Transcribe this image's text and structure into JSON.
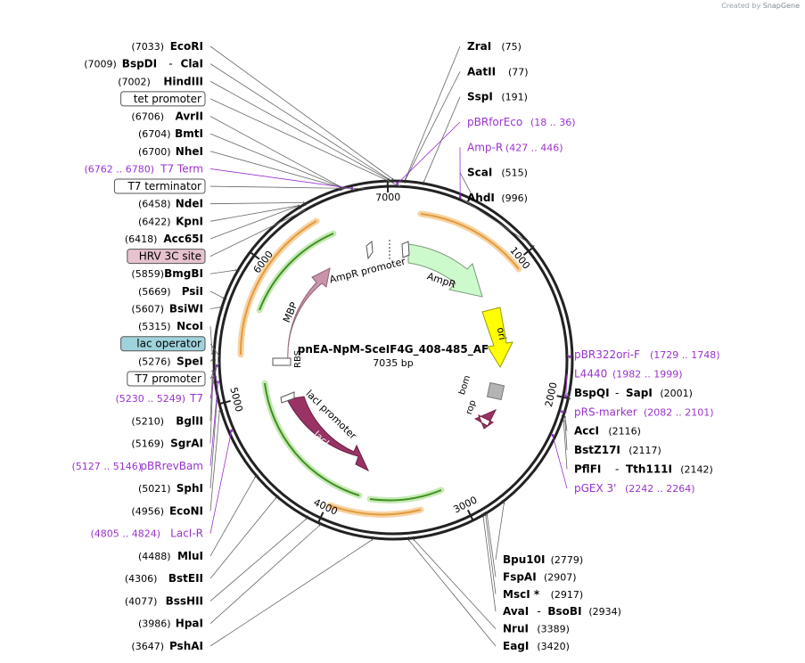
{
  "watermark": {
    "prefix": "Created by",
    "brand": "SnapGene"
  },
  "plasmid": {
    "name": "pnEA-NpM-SceIF4G_408-485_AF",
    "length": "7035 bp"
  },
  "ticks": [
    {
      "pos": 1000,
      "label": "1000"
    },
    {
      "pos": 2000,
      "label": "2000"
    },
    {
      "pos": 3000,
      "label": "3000"
    },
    {
      "pos": 4000,
      "label": "4000"
    },
    {
      "pos": 5000,
      "label": "5000"
    },
    {
      "pos": 6000,
      "label": "6000"
    },
    {
      "pos": 7000,
      "label": "7000"
    }
  ],
  "enzymes": [
    {
      "name": "EcoRI",
      "pos": "(7033)",
      "side": "L",
      "site": 7033
    },
    {
      "name": "BspDI",
      "name2": "ClaI",
      "pos": "(7009)",
      "side": "L",
      "site": 7009
    },
    {
      "name": "HindIII",
      "pos": "(7002)",
      "side": "L",
      "site": 7002
    },
    {
      "name": "AvrII",
      "pos": "(6706)",
      "side": "L",
      "site": 6706
    },
    {
      "name": "BmtI",
      "pos": "(6704)",
      "side": "L",
      "site": 6704
    },
    {
      "name": "NheI",
      "pos": "(6700)",
      "side": "L",
      "site": 6700
    },
    {
      "name": "NdeI",
      "pos": "(6458)",
      "side": "L",
      "site": 6458
    },
    {
      "name": "KpnI",
      "pos": "(6422)",
      "side": "L",
      "site": 6422
    },
    {
      "name": "Acc65I",
      "pos": "(6418)",
      "side": "L",
      "site": 6418
    },
    {
      "name": "BmgBI",
      "pos": "(5859)",
      "side": "L",
      "site": 5859
    },
    {
      "name": "PsiI",
      "pos": "(5669)",
      "side": "L",
      "site": 5669
    },
    {
      "name": "BsiWI",
      "pos": "(5607)",
      "side": "L",
      "site": 5607
    },
    {
      "name": "NcoI",
      "pos": "(5315)",
      "side": "L",
      "site": 5315
    },
    {
      "name": "SpeI",
      "pos": "(5276)",
      "side": "L",
      "site": 5276
    },
    {
      "name": "BglII",
      "pos": "(5210)",
      "side": "L",
      "site": 5210
    },
    {
      "name": "SgrAI",
      "pos": "(5169)",
      "side": "L",
      "site": 5169
    },
    {
      "name": "SphI",
      "pos": "(5021)",
      "side": "L",
      "site": 5021
    },
    {
      "name": "EcoNI",
      "pos": "(4956)",
      "side": "L",
      "site": 4956
    },
    {
      "name": "MluI",
      "pos": "(4488)",
      "side": "L",
      "site": 4488
    },
    {
      "name": "BstEII",
      "pos": "(4306)",
      "side": "L",
      "site": 4306
    },
    {
      "name": "BssHII",
      "pos": "(4077)",
      "side": "L",
      "site": 4077
    },
    {
      "name": "HpaI",
      "pos": "(3986)",
      "side": "L",
      "site": 3986
    },
    {
      "name": "PshAI",
      "pos": "(3647)",
      "side": "L",
      "site": 3647
    },
    {
      "name": "EagI",
      "pos": "(3420)",
      "side": "R",
      "site": 3420
    },
    {
      "name": "NruI",
      "pos": "(3389)",
      "side": "R",
      "site": 3389
    },
    {
      "name": "AvaI",
      "name2": "BsoBI",
      "pos": "(2934)",
      "side": "R",
      "site": 2934
    },
    {
      "name": "MscI *",
      "pos": "(2917)",
      "side": "R",
      "site": 2917
    },
    {
      "name": "FspAI",
      "pos": "(2907)",
      "side": "R",
      "site": 2907
    },
    {
      "name": "Bpu10I",
      "pos": "(2779)",
      "side": "R",
      "site": 2779
    },
    {
      "name": "PflFI",
      "name2": "Tth111I",
      "pos": "(2142)",
      "side": "R",
      "site": 2142
    },
    {
      "name": "BstZ17I",
      "pos": "(2117)",
      "side": "R",
      "site": 2117
    },
    {
      "name": "AccI",
      "pos": "(2116)",
      "side": "R",
      "site": 2116
    },
    {
      "name": "BspQI",
      "name2": "SapI",
      "pos": "(2001)",
      "side": "R",
      "site": 2001
    },
    {
      "name": "AhdI",
      "pos": "(996)",
      "side": "R",
      "site": 996
    },
    {
      "name": "ScaI",
      "pos": "(515)",
      "side": "R",
      "site": 515
    },
    {
      "name": "SspI",
      "pos": "(191)",
      "side": "R",
      "site": 191
    },
    {
      "name": "AatII",
      "pos": "(77)",
      "side": "R",
      "site": 77
    },
    {
      "name": "ZraI",
      "pos": "(75)",
      "side": "R",
      "site": 75
    }
  ],
  "primers": [
    {
      "name": "pBRforEco",
      "range": "(18 .. 36)",
      "side": "R",
      "site": 27
    },
    {
      "name": "Amp-R",
      "range": "(427 .. 446)",
      "side": "R",
      "site": 436
    },
    {
      "name": "pBR322ori-F",
      "range": "(1729 .. 1748)",
      "side": "R",
      "site": 1738
    },
    {
      "name": "L4440",
      "range": "(1982 .. 1999)",
      "side": "R",
      "site": 1990
    },
    {
      "name": "pRS-marker",
      "range": "(2082 .. 2101)",
      "side": "R",
      "site": 2091
    },
    {
      "name": "pGEX 3'",
      "range": "(2242 .. 2264)",
      "side": "R",
      "site": 2253
    },
    {
      "name": "LacI-R",
      "range": "(4805 .. 4824)",
      "side": "L",
      "site": 4814
    },
    {
      "name": "pBRrevBam",
      "range": "(5127 .. 5146)",
      "side": "L",
      "site": 5136
    },
    {
      "name": "T7",
      "range": "(5230 .. 5249)",
      "side": "L",
      "site": 5240
    },
    {
      "name": "T7 Term",
      "range": "(6762 .. 6780)",
      "side": "L",
      "site": 6771
    }
  ],
  "boxed_features": [
    {
      "name": "tet promoter",
      "fill": "#ffffff",
      "site": 7080
    },
    {
      "name": "T7 terminator",
      "fill": "#ffffff",
      "site": 6850
    },
    {
      "name": "HRV 3C site",
      "fill": "#e6c3ce",
      "site": 6440
    },
    {
      "name": "lac operator",
      "fill": "#9fd3dc",
      "site": 5300
    },
    {
      "name": "T7 promoter",
      "fill": "#ffffff",
      "site": 5260
    }
  ],
  "features": [
    {
      "name": "AmpR promoter",
      "start": 6900,
      "end": 7015
    },
    {
      "name": "AmpR",
      "start": 90,
      "end": 950,
      "color": "#cdfacd"
    },
    {
      "name": "ori",
      "start": 1300,
      "end": 1900,
      "color": "#ffff00"
    },
    {
      "name": "bom",
      "start": 2180,
      "end": 2360,
      "color": "#b4b4b4"
    },
    {
      "name": "rop",
      "start": 2450,
      "end": 2640,
      "color": "#993366"
    },
    {
      "name": "lacI promoter",
      "start": 4600,
      "end": 4680
    },
    {
      "name": "lacI",
      "start": 3560,
      "end": 4540,
      "color": "#993366"
    },
    {
      "name": "MBP",
      "start": 5400,
      "end": 6480,
      "color": "#c993a9"
    },
    {
      "name": "RBS",
      "start": 5280,
      "end": 5310
    }
  ],
  "colors": {
    "enzyme": "#000000",
    "primer": "#9933cc",
    "orf_orange": "#e8a84d",
    "orf_green": "#3f9d20"
  }
}
